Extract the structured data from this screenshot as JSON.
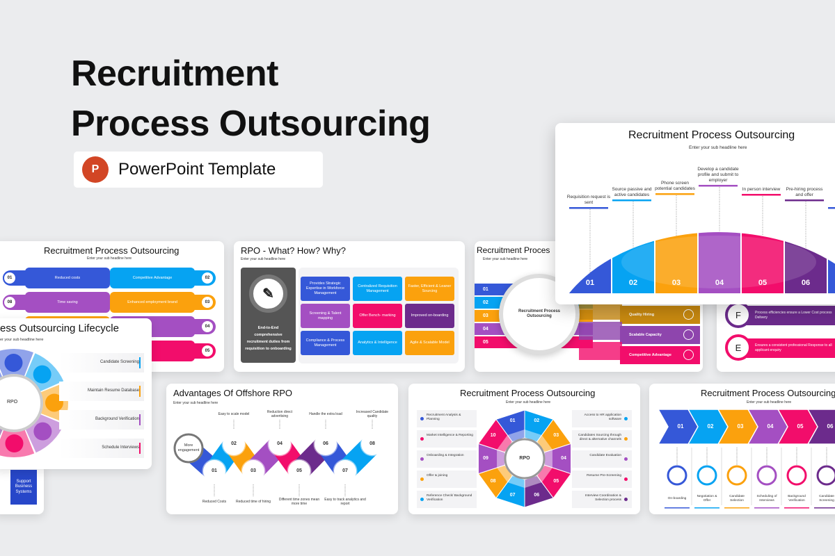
{
  "colors": {
    "blue": "#3558d8",
    "cyan": "#06a3f2",
    "orange": "#fba10d",
    "purple": "#a44fc2",
    "pink": "#f20d6b",
    "darkpurple": "#6c2b8c",
    "background": "#ebecee",
    "powerpoint": "#d24625"
  },
  "hero": {
    "title_line1": "Recruitment",
    "title_line2": "Process Outsourcing",
    "badge_icon": "powerpoint-icon",
    "badge_icon_letter": "P",
    "badge_label": "PowerPoint Template"
  },
  "sub": "Enter your sub headline here",
  "arch": {
    "title": "Recruitment Process Outsourcing",
    "steps": [
      {
        "num": "01",
        "label": "Requisition request is sent",
        "color": "#3558d8"
      },
      {
        "num": "02",
        "label": "Source passive and active candidates",
        "color": "#06a3f2"
      },
      {
        "num": "03",
        "label": "Phone screen potential candidates",
        "color": "#fba10d"
      },
      {
        "num": "04",
        "label": "Develop a candidate profile and submit to employer",
        "color": "#a44fc2"
      },
      {
        "num": "05",
        "label": "In person interview",
        "color": "#f20d6b"
      },
      {
        "num": "06",
        "label": "Pre-hiring process and offer",
        "color": "#6c2b8c"
      },
      {
        "num": "",
        "label": "",
        "color": "#3558d8"
      }
    ]
  },
  "benefits": {
    "title": "Recruitment Process Outsourcing",
    "rows": [
      {
        "lnum": "01",
        "ltext": "Reduced costs",
        "lcolor": "#3558d8",
        "rnum": "02",
        "rtext": "Competitive Advantage",
        "rcolor": "#06a3f2"
      },
      {
        "lnum": "08",
        "ltext": "Time saving",
        "lcolor": "#a44fc2",
        "rnum": "03",
        "rtext": "Enhanced employment brand",
        "rcolor": "#fba10d"
      },
      {
        "lnum": "",
        "ltext": "",
        "lcolor": "#fba10d",
        "rnum": "04",
        "rtext": "",
        "rcolor": "#a44fc2"
      },
      {
        "lnum": "",
        "ltext": "",
        "lcolor": "#f20d6b",
        "rnum": "05",
        "rtext": "",
        "rcolor": "#f20d6b"
      }
    ]
  },
  "lifecycle": {
    "title": "ess Outsourcing Lifecycle",
    "sub": "er your sub headline here",
    "center": "RPO",
    "items": [
      {
        "label": "Candidate Screening",
        "color": "#06a3f2"
      },
      {
        "label": "Maintain Resume Database",
        "color": "#fba10d"
      },
      {
        "label": "Background Verification",
        "color": "#a44fc2"
      },
      {
        "label": "Schedule Interviews",
        "color": "#f20d6b"
      }
    ]
  },
  "partial_card": {
    "text": "Support Business Systems"
  },
  "whathow": {
    "title": "RPO - What? How? Why?",
    "panel_text": "End-to-End comprehensive recruitment duties from requisition to onboarding",
    "panel_icon": "strategy-clipboard-icon",
    "cells": [
      {
        "text": "Provides Strategic Expertise in Workforce Management",
        "color": "#3558d8"
      },
      {
        "text": "Centralized Requisition Management",
        "color": "#06a3f2"
      },
      {
        "text": "Faster, Efficient & Leaner Sourcing",
        "color": "#fba10d"
      },
      {
        "text": "Screening & Talent mapping",
        "color": "#a44fc2"
      },
      {
        "text": "Offer Bench- marking",
        "color": "#f20d6b"
      },
      {
        "text": "Improved on-boarding",
        "color": "#6c2b8c"
      },
      {
        "text": "Compliance & Process Management",
        "color": "#3558d8"
      },
      {
        "text": "Analytics & Intelligence",
        "color": "#06a3f2"
      },
      {
        "text": "Agile & Scalable Model",
        "color": "#fba10d"
      }
    ]
  },
  "funnel": {
    "title": "Recruitment Proces",
    "center": "Recruitment Process Outsourcing",
    "bars": [
      {
        "num": "01",
        "color": "#3558d8"
      },
      {
        "num": "02",
        "color": "#06a3f2"
      },
      {
        "num": "03",
        "color": "#fba10d"
      },
      {
        "num": "04",
        "color": "#a44fc2"
      },
      {
        "num": "05",
        "color": "#f20d6b"
      }
    ],
    "outputs": [
      {
        "text": "Quality Hiring",
        "color": "#c98a10",
        "icon": "thumbs-up-icon"
      },
      {
        "text": "Scalable Capacity",
        "color": "#8e45ad",
        "icon": "team-icon"
      },
      {
        "text": "Competitive Advantage",
        "color": "#f20d6b",
        "icon": "growth-chart-icon"
      }
    ]
  },
  "letters": {
    "items": [
      {
        "letter": "F",
        "text": "Process efficiencies ensure a Lower Cost process Delivery",
        "color": "#6c2b8c"
      },
      {
        "letter": "E",
        "text": "Ensures a consistent professional Response to all applicant enquiry",
        "color": "#f20d6b"
      }
    ]
  },
  "advantages": {
    "title": "Advantages Of Offshore RPO",
    "start": "More engagement",
    "steps": [
      {
        "num": "01",
        "label": "Reduced Costs",
        "color": "#3558d8",
        "pos": "bottom"
      },
      {
        "num": "02",
        "label": "Easy to scale model",
        "color": "#06a3f2",
        "pos": "top"
      },
      {
        "num": "03",
        "label": "Reduced time of hiring",
        "color": "#fba10d",
        "pos": "bottom"
      },
      {
        "num": "04",
        "label": "Reduction direct advertising",
        "color": "#a44fc2",
        "pos": "top"
      },
      {
        "num": "05",
        "label": "Different time zones mean more time",
        "color": "#f20d6b",
        "pos": "bottom"
      },
      {
        "num": "06",
        "label": "Handle the extra load",
        "color": "#6c2b8c",
        "pos": "top"
      },
      {
        "num": "07",
        "label": "Easy to track analytics and report",
        "color": "#3558d8",
        "pos": "bottom"
      },
      {
        "num": "08",
        "label": "Increased Candidate quality",
        "color": "#06a3f2",
        "pos": "top"
      }
    ]
  },
  "decagon": {
    "title": "Recruitment Process Outsourcing",
    "center": "RPO",
    "segments": [
      {
        "num": "01",
        "color": "#3558d8"
      },
      {
        "num": "02",
        "color": "#06a3f2"
      },
      {
        "num": "03",
        "color": "#fba10d"
      },
      {
        "num": "04",
        "color": "#a44fc2"
      },
      {
        "num": "05",
        "color": "#f20d6b"
      },
      {
        "num": "06",
        "color": "#6c2b8c"
      },
      {
        "num": "07",
        "color": "#06a3f2"
      },
      {
        "num": "08",
        "color": "#fba10d"
      },
      {
        "num": "09",
        "color": "#a44fc2"
      },
      {
        "num": "10",
        "color": "#f20d6b"
      }
    ],
    "left": [
      {
        "text": "Recruitment Analysis & Planning",
        "color": "#3558d8"
      },
      {
        "text": "Market Intelligence & Reporting",
        "color": "#f20d6b"
      },
      {
        "text": "Onboarding & Integration",
        "color": "#a44fc2"
      },
      {
        "text": "Offer & joining",
        "color": "#fba10d"
      },
      {
        "text": "Reference Check/ Background Verification",
        "color": "#06a3f2"
      }
    ],
    "right": [
      {
        "text": "Access to HR application software",
        "color": "#06a3f2"
      },
      {
        "text": "Candidates Sourcing through direct & alternative channels",
        "color": "#fba10d"
      },
      {
        "text": "Candidate Evaluation",
        "color": "#a44fc2"
      },
      {
        "text": "Resume Pre-Screening",
        "color": "#f20d6b"
      },
      {
        "text": "Interview Coordination & Selection process",
        "color": "#6c2b8c"
      }
    ]
  },
  "chevrons": {
    "title": "Recruitment Process Outsourcing",
    "steps": [
      {
        "num": "01",
        "label": "On-boarding",
        "color": "#3558d8",
        "icon": "handshake-icon"
      },
      {
        "num": "02",
        "label": "Negotiation & Offer",
        "color": "#06a3f2",
        "icon": "negotiation-icon"
      },
      {
        "num": "03",
        "label": "Candidate Selection",
        "color": "#fba10d",
        "icon": "selection-icon"
      },
      {
        "num": "04",
        "label": "Scheduling of Interviews",
        "color": "#a44fc2",
        "icon": "interview-icon"
      },
      {
        "num": "05",
        "label": "Background Verification",
        "color": "#f20d6b",
        "icon": "search-person-icon"
      },
      {
        "num": "06",
        "label": "Candidate Screening",
        "color": "#6c2b8c",
        "icon": "calendar-icon"
      }
    ]
  }
}
